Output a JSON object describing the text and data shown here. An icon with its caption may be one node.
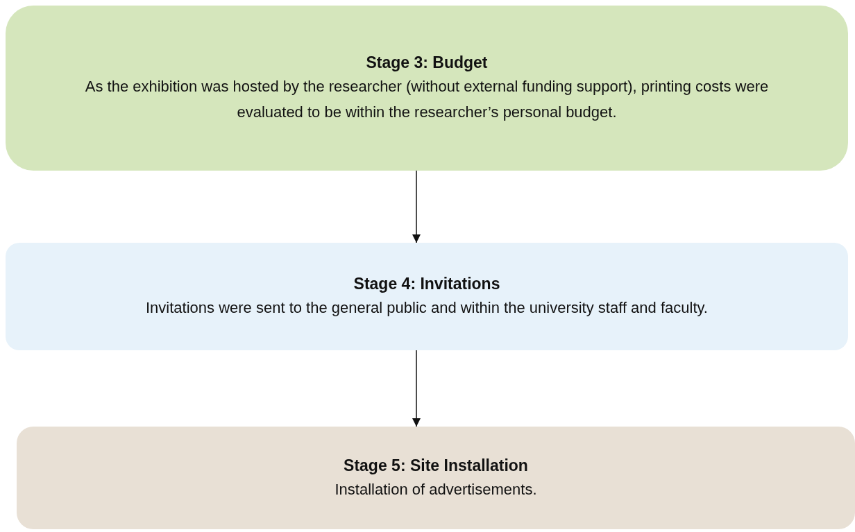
{
  "diagram": {
    "nodes": [
      {
        "text": [
          "Stage 3: Budget",
          "As the exhibition was hosted by the researcher (without external funding support), printing costs were evaluated to be within the researcher’s personal budget."
        ]
      },
      {
        "text": [
          "Stage 4: Invitations",
          "Invitations were sent to the general public and within the university staff and faculty."
        ]
      },
      {
        "text": [
          "Stage 5: Site Installation",
          "Installation of advertisements."
        ]
      }
    ],
    "edges": [
      {
        "from": 0,
        "to": 1,
        "arrow": "to"
      },
      {
        "from": 1,
        "to": 2,
        "arrow": "to"
      }
    ]
  }
}
